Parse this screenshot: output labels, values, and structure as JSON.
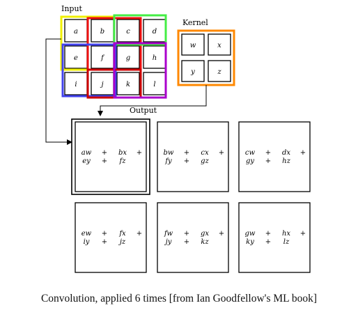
{
  "labels": {
    "input": "Input",
    "kernel": "Kernel",
    "output": "Output"
  },
  "input_cells": [
    "a",
    "b",
    "c",
    "d",
    "e",
    "f",
    "g",
    "h",
    "i",
    "j",
    "k",
    "l"
  ],
  "kernel_cells": [
    "w",
    "x",
    "y",
    "z"
  ],
  "outputs": [
    {
      "line1": [
        "aw",
        "+",
        "bx",
        "+"
      ],
      "line2": [
        "ey",
        "+",
        "fz"
      ]
    },
    {
      "line1": [
        "bw",
        "+",
        "cx",
        "+"
      ],
      "line2": [
        "fy",
        "+",
        "gz"
      ]
    },
    {
      "line1": [
        "cw",
        "+",
        "dx",
        "+"
      ],
      "line2": [
        "gy",
        "+",
        "hz"
      ]
    },
    {
      "line1": [
        "ew",
        "+",
        "fx",
        "+"
      ],
      "line2": [
        "iy",
        "+",
        "jz"
      ]
    },
    {
      "line1": [
        "fw",
        "+",
        "gx",
        "+"
      ],
      "line2": [
        "jy",
        "+",
        "kz"
      ]
    },
    {
      "line1": [
        "gw",
        "+",
        "hx",
        "+"
      ],
      "line2": [
        "ky",
        "+",
        "lz"
      ]
    }
  ],
  "caption": "Convolution, applied 6 times [from Ian Goodfellow's ML book]",
  "colors": {
    "window_yellow": "#f0f000",
    "window_red": "#ee1111",
    "window_green": "#44ee44",
    "window_blue": "#4444ee",
    "window_darkred": "#cc0000",
    "window_purple": "#aa00cc",
    "kernel_border": "#ff8800"
  }
}
